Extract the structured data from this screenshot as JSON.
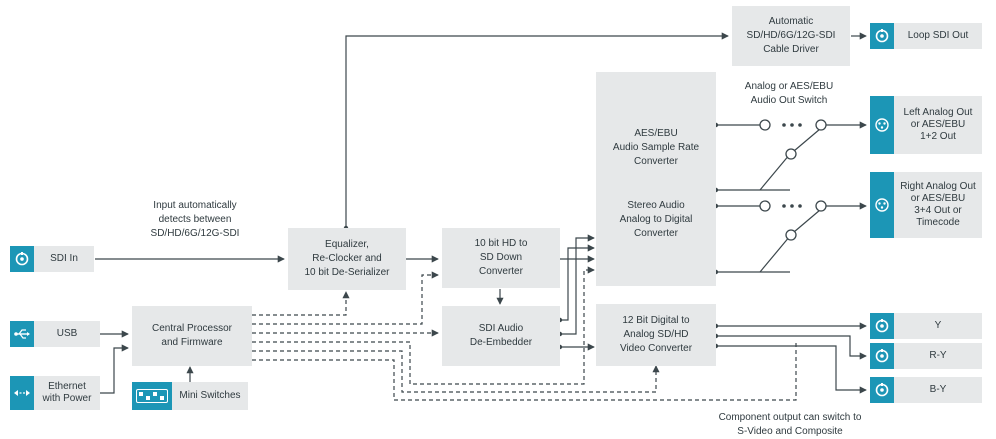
{
  "blocks": {
    "cable_driver": [
      "Automatic",
      "SD/HD/6G/12G-SDI",
      "Cable Driver"
    ],
    "equalizer": [
      "Equalizer,",
      "Re-Clocker and",
      "10 bit De-Serializer"
    ],
    "down_converter": [
      "10 bit HD to",
      "SD Down",
      "Converter"
    ],
    "audio_converter_top": [
      "AES/EBU",
      "Audio Sample Rate",
      "Converter"
    ],
    "audio_converter_bottom": [
      "Stereo Audio",
      "Analog to Digital",
      "Converter"
    ],
    "central_processor": [
      "Central Processor",
      "and Firmware"
    ],
    "audio_deembedder": [
      "SDI Audio",
      "De-Embedder"
    ],
    "video_converter": [
      "12 Bit Digital to",
      "Analog SD/HD",
      "Video Converter"
    ]
  },
  "ports": {
    "sdi_in": [
      "SDI In"
    ],
    "usb": [
      "USB"
    ],
    "ethernet": [
      "Ethernet",
      "with Power"
    ],
    "mini_switches": [
      "Mini Switches"
    ],
    "loop_sdi_out": [
      "Loop SDI Out"
    ],
    "left_audio_out": [
      "Left Analog Out",
      "or AES/EBU",
      "1+2 Out"
    ],
    "right_audio_out": [
      "Right Analog Out",
      "or AES/EBU",
      "3+4 Out or",
      "Timecode"
    ],
    "y_out": [
      "Y"
    ],
    "ry_out": [
      "R-Y"
    ],
    "by_out": [
      "B-Y"
    ]
  },
  "notes": {
    "input_detect": [
      "Input automatically",
      "detects between",
      "SD/HD/6G/12G-SDI"
    ],
    "audio_switch": [
      "Analog or AES/EBU",
      "Audio Out Switch"
    ],
    "component_switch": [
      "Component output can switch to",
      "S-Video and Composite"
    ]
  },
  "colors": {
    "accent": "#1c96b6",
    "block_fill": "#e6e8e9",
    "line": "#3c474c"
  }
}
